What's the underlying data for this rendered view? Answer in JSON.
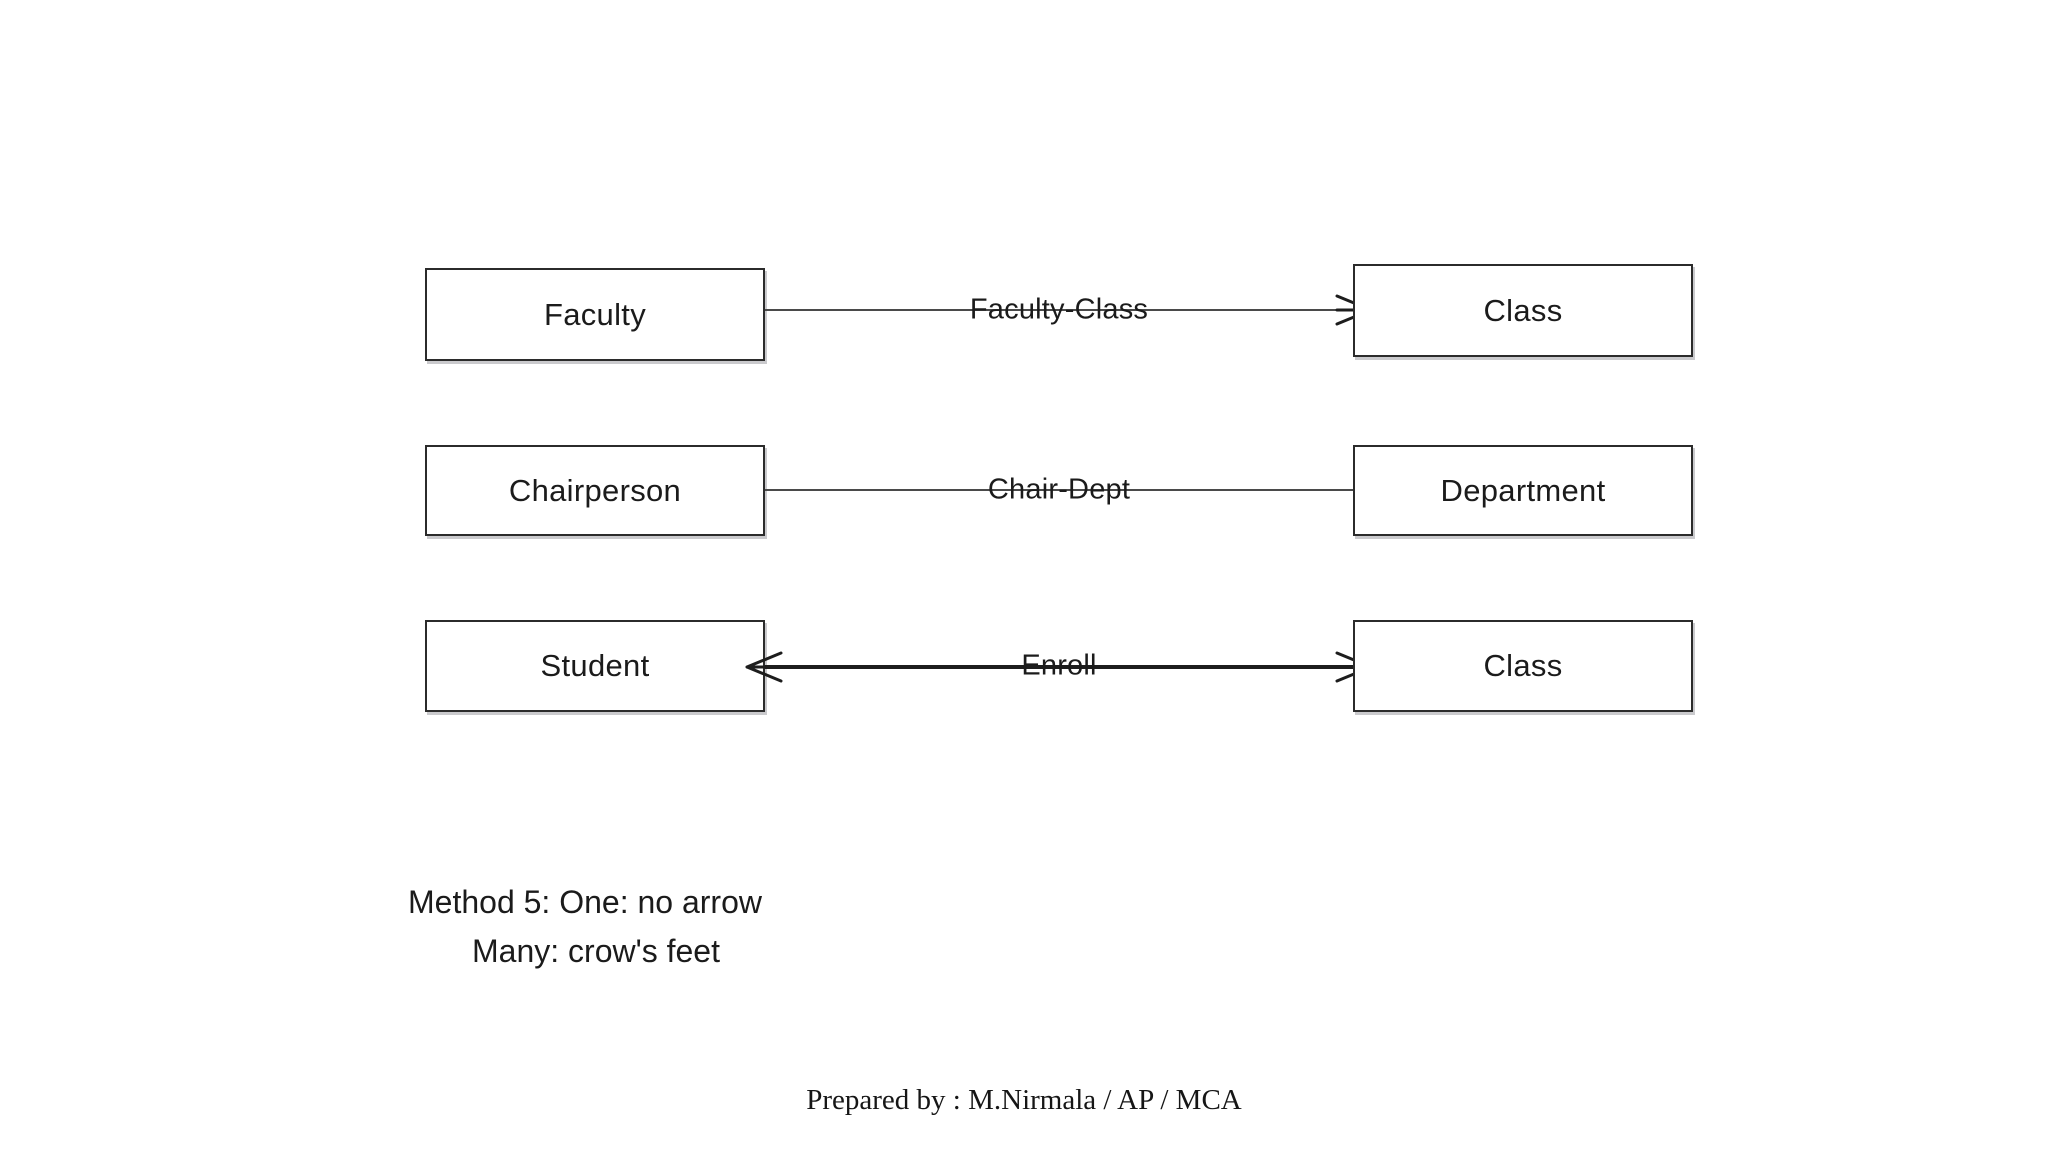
{
  "slide": {
    "caption": {
      "line1": "Method 5: One: no arrow",
      "line2": "Many: crow's feet"
    },
    "footer": "Prepared by : M.Nirmala / AP / MCA"
  },
  "diagram": {
    "type": "er-crowsfoot",
    "notation": {
      "one": "no arrow",
      "many": "crow's feet"
    },
    "relationships": [
      {
        "id": "faculty-class",
        "label": "Faculty-Class",
        "left_entity": "Faculty",
        "right_entity": "Class",
        "left_cardinality": "one",
        "right_cardinality": "many",
        "left_marker": "none",
        "right_marker": "crowsfoot",
        "line_weight": "thin"
      },
      {
        "id": "chair-dept",
        "label": "Chair-Dept",
        "left_entity": "Chairperson",
        "right_entity": "Department",
        "left_cardinality": "one",
        "right_cardinality": "one",
        "left_marker": "none",
        "right_marker": "none",
        "line_weight": "thin"
      },
      {
        "id": "enroll",
        "label": "Enroll",
        "left_entity": "Student",
        "right_entity": "Class",
        "left_cardinality": "many",
        "right_cardinality": "many",
        "left_marker": "crowsfoot",
        "right_marker": "crowsfoot",
        "line_weight": "thick"
      }
    ]
  },
  "colors": {
    "box_border": "#2b2b2b",
    "line": "#3a3a3a",
    "text": "#1b1b1b",
    "background": "#ffffff"
  }
}
